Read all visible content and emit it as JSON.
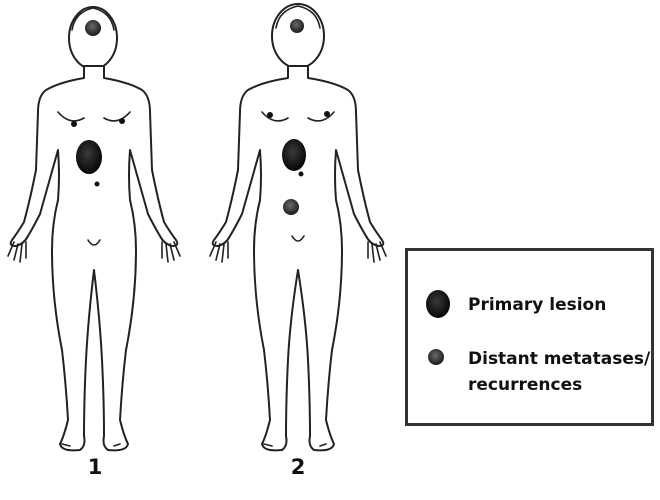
{
  "figures": [
    {
      "label": "1"
    },
    {
      "label": "2"
    }
  ],
  "legend": {
    "primary_label": "Primary lesion",
    "metastasis_label_line1": "Distant metatases/",
    "metastasis_label_line2": "recurrences"
  },
  "colors": {
    "lesion": "#111111",
    "outline": "#222222"
  }
}
